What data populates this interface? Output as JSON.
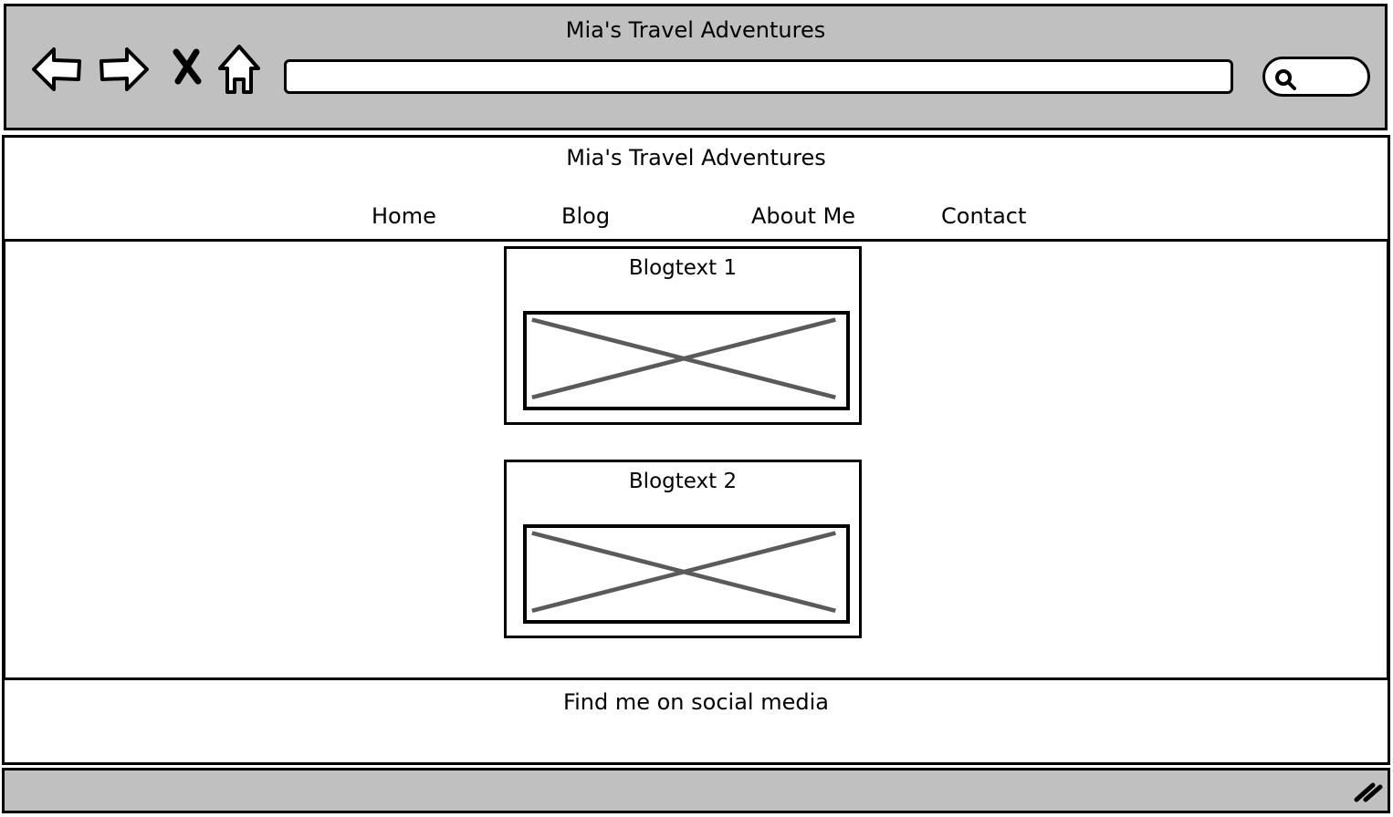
{
  "window": {
    "title": "Mia's Travel Adventures",
    "toolbar_icons": [
      "back-arrow-icon",
      "forward-arrow-icon",
      "close-icon",
      "home-icon"
    ],
    "address_value": "",
    "search_icon": "search-icon"
  },
  "header": {
    "title": "Mia's Travel Adventures",
    "nav": [
      {
        "label": "Home"
      },
      {
        "label": "Blog"
      },
      {
        "label": "About Me"
      },
      {
        "label": "Contact"
      }
    ]
  },
  "posts": [
    {
      "title": "Blogtext 1"
    },
    {
      "title": "Blogtext 2"
    }
  ],
  "footer": {
    "text": "Find me on social media"
  },
  "colors": {
    "chrome": "#c0c0c0",
    "outline": "#000000",
    "placeholder_cross": "#5a5a5a"
  }
}
